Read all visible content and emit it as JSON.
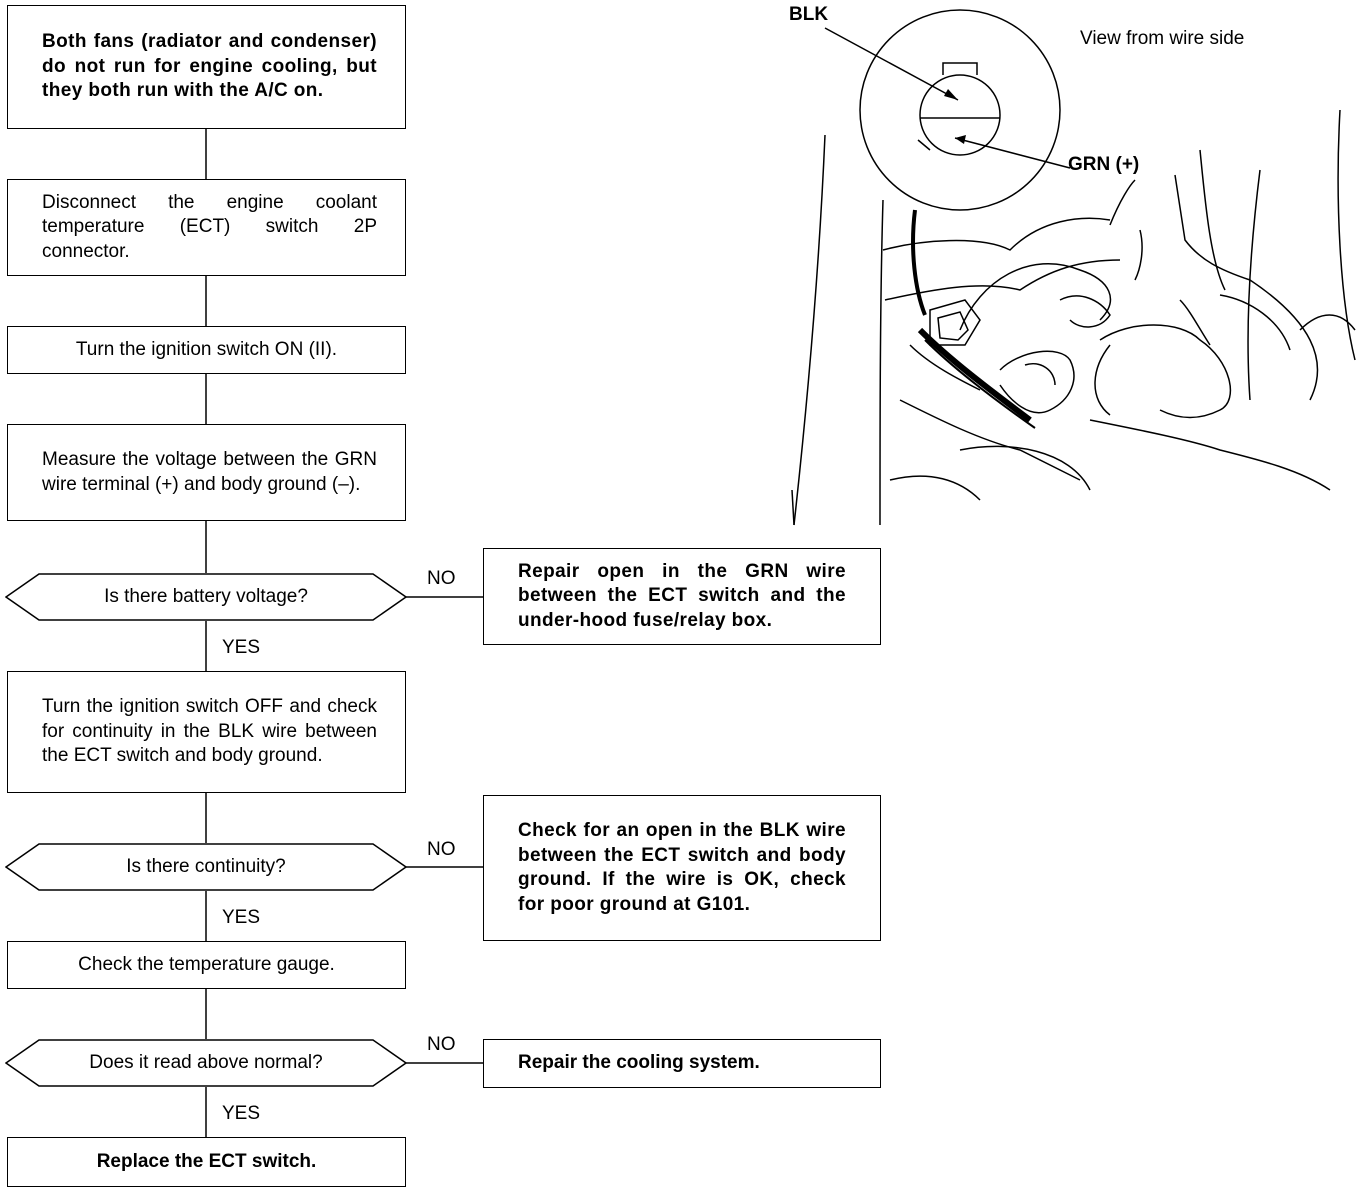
{
  "flowchart": {
    "steps": {
      "start": "Both fans (radiator and condenser) do not run for engine cooling, but they both run with the A/C on.",
      "disconnect": "Disconnect the engine coolant temperature (ECT) switch 2P connector.",
      "ignition_on": "Turn the ignition switch ON (II).",
      "measure": "Measure the voltage between the GRN wire terminal (+) and body ground (–).",
      "ignition_off": "Turn the ignition switch OFF and check for continuity in the BLK wire between the ECT switch and body ground.",
      "check_gauge": "Check the temperature gauge.",
      "replace": "Replace the ECT switch."
    },
    "decisions": {
      "battery_voltage": "Is there battery voltage?",
      "continuity": "Is there continuity?",
      "above_normal": "Does it read above normal?"
    },
    "outcomes": {
      "repair_grn": "Repair open in the GRN wire between the ECT switch and the under-hood fuse/relay box.",
      "check_blk": "Check for an open in the BLK wire between the ECT switch and body ground. If the wire is OK, check for poor ground at G101.",
      "repair_cooling": "Repair the cooling system."
    },
    "branch_labels": {
      "yes": "YES",
      "no": "NO"
    }
  },
  "illustration": {
    "blk_label": "BLK",
    "grn_label": "GRN (+)",
    "view_label": "View from wire side"
  }
}
